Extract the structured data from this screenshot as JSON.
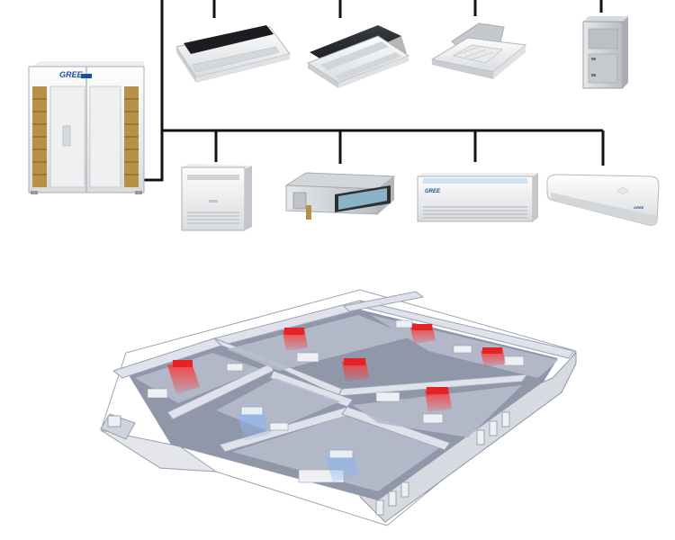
{
  "brand": {
    "name": "GREE",
    "color": "#1a4f9c"
  },
  "colors": {
    "piping": "#111111",
    "unit_white": "#f4f5f6",
    "unit_shade": "#c9ccd0",
    "coil": "#b5914a",
    "floor": "#8f97a8",
    "wall": "#dfe2ea",
    "cool_zone": "#7fa7e6",
    "heat_zone": "#e52226"
  },
  "diagram": {
    "outdoor_unit": {
      "type": "vrf-outdoor-unit",
      "fans": 2
    },
    "top_row_units": [
      {
        "type": "one-way-cassette"
      },
      {
        "type": "two-way-cassette"
      },
      {
        "type": "four-way-cassette"
      },
      {
        "type": "air-handler"
      }
    ],
    "bottom_row_units": [
      {
        "type": "floor-console"
      },
      {
        "type": "ducted-unit"
      },
      {
        "type": "ceiling-floor-unit"
      },
      {
        "type": "wall-mounted-split"
      }
    ],
    "building": {
      "rooms": 6,
      "zones": [
        {
          "mode": "heat"
        },
        {
          "mode": "heat"
        },
        {
          "mode": "heat"
        },
        {
          "mode": "heat"
        },
        {
          "mode": "heat"
        },
        {
          "mode": "heat"
        },
        {
          "mode": "cool"
        },
        {
          "mode": "cool"
        }
      ]
    }
  }
}
